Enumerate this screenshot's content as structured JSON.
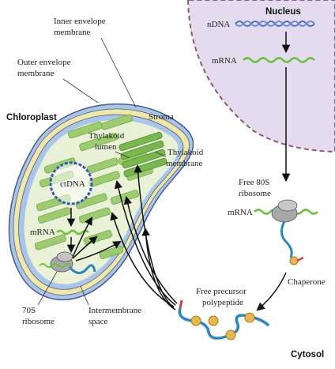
{
  "labels": {
    "nucleus": "Nucleus",
    "ndna": "nDNA",
    "mrna_nuclear": "mRNA",
    "inner_env_1": "Inner envelope",
    "inner_env_2": "membrane",
    "outer_env_1": "Outer envelope",
    "outer_env_2": "membrane",
    "chloroplast": "Chloroplast",
    "stroma": "Stroma",
    "thylakoid_lumen_1": "Thylakoid",
    "thylakoid_lumen_2": "lumen",
    "thylakoid_mem_1": "Thylakoid",
    "thylakoid_mem_2": "membrane",
    "ctdna": "ctDNA",
    "free80s_1": "Free 80S",
    "free80s_2": "ribosome",
    "mrna_cytosol": "mRNA",
    "mrna_chloro": "mRNA",
    "chaperone": "Chaperone",
    "precursor_1": "Free precursor",
    "precursor_2": "polypeptide",
    "ribo70s_1": "70S",
    "ribo70s_2": "ribosome",
    "intermembrane_1": "Intermembrane",
    "intermembrane_2": "space",
    "cytosol": "Cytosol"
  },
  "colors": {
    "nucleus_fill": "#e4dcee",
    "nucleus_border": "#8a5a7a",
    "outer_membrane": "#a9c6ea",
    "intermembrane": "#f2e8a6",
    "stroma": "#e9f2d6",
    "thylakoid": "#9ccc6e",
    "mrna": "#6cc040",
    "dna": "#4a6fc4",
    "polypeptide": "#2a86c4",
    "ribosome": "#a8a8a8",
    "chaperone": "#e8b84a"
  }
}
